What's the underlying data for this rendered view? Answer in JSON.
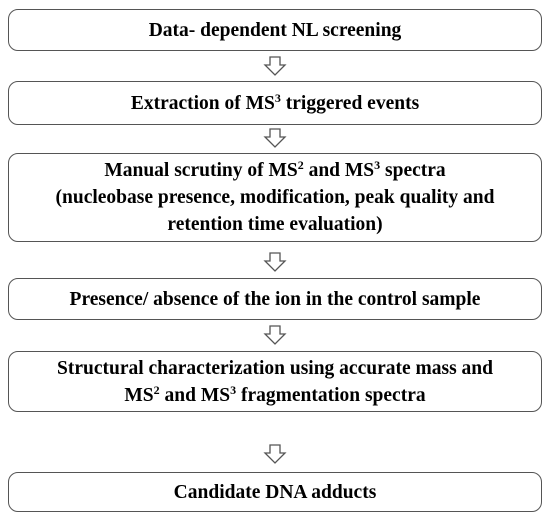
{
  "flowchart": {
    "steps": [
      {
        "lines": [
          {
            "text": "Data- dependent NL screening"
          }
        ]
      },
      {
        "lines": [
          {
            "before": "Extraction of MS",
            "sup": "3",
            "after": " triggered events"
          }
        ]
      },
      {
        "lines": [
          {
            "before": "Manual scrutiny of MS",
            "sup": "2",
            "middle": " and MS",
            "sup2": "3",
            "after": " spectra"
          },
          {
            "text": "(nucleobase presence, modification, peak quality and"
          },
          {
            "text": "retention time evaluation)"
          }
        ]
      },
      {
        "lines": [
          {
            "text": "Presence/ absence of the ion in the control sample"
          }
        ]
      },
      {
        "lines": [
          {
            "text": "Structural characterization using accurate mass and"
          },
          {
            "before": "MS",
            "sup": "2",
            "middle": " and MS",
            "sup2": "3",
            "after": " fragmentation spectra"
          }
        ]
      },
      {
        "lines": [
          {
            "text": "Candidate DNA adducts"
          }
        ]
      }
    ],
    "connector_icon": "hollow-down-arrow-icon",
    "colors": {
      "box_border": "#555555",
      "arrow_stroke": "#555555",
      "text": "#000000"
    }
  }
}
